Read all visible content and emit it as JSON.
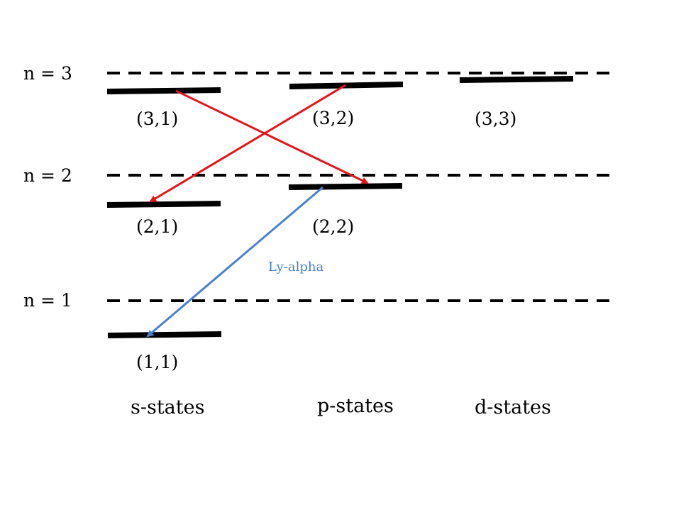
{
  "levels": {
    "n3": "n = 3",
    "n2": "n = 2",
    "n1": "n = 1"
  },
  "states": {
    "s31": "(3,1)",
    "s32": "(3,2)",
    "s33": "(3,3)",
    "s21": "(2,1)",
    "s22": "(2,2)",
    "s11": "(1,1)"
  },
  "columns": {
    "s": "s-states",
    "p": "p-states",
    "d": "d-states"
  },
  "annotation": {
    "ly_alpha": "Ly-alpha"
  },
  "colors": {
    "transition": "#e3141a",
    "ly_alpha": "#4a7fd0",
    "level": "#000000"
  }
}
